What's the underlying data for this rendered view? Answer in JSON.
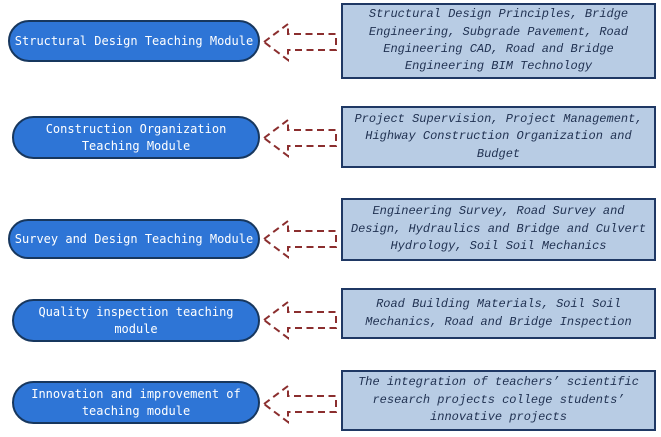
{
  "diagram": {
    "description": "Teaching modules mapped to their course groups",
    "colors": {
      "module_box_fill": "#2E75D6",
      "module_box_border": "#17375E",
      "module_text": "#FFFFFF",
      "course_box_fill": "#B8CCE4",
      "course_box_border": "#1F3864",
      "course_text": "#1F3050",
      "arrow": "#8B2E2E",
      "background": "#FFFFFF"
    },
    "arrow_icon": "dashed-left-block-arrow",
    "modules": [
      {
        "label": "Structural Design Teaching Module",
        "courses": "Structural Design Principles, Bridge Engineering, Subgrade Pavement, Road Engineering CAD, Road and Bridge Engineering BIM Technology"
      },
      {
        "label": "Construction Organization Teaching Module",
        "courses": "Project Supervision, Project Management, Highway Construction Organization and Budget"
      },
      {
        "label": "Survey and Design Teaching Module",
        "courses": "Engineering Survey, Road Survey and Design, Hydraulics and Bridge and Culvert Hydrology, Soil Soil Mechanics"
      },
      {
        "label": "Quality inspection teaching module",
        "courses": "Road Building Materials, Soil Soil Mechanics, Road and Bridge Inspection"
      },
      {
        "label": "Innovation and improvement of teaching module",
        "courses": "The integration of teachers’ scientific research projects  college students’ innovative projects"
      }
    ]
  }
}
